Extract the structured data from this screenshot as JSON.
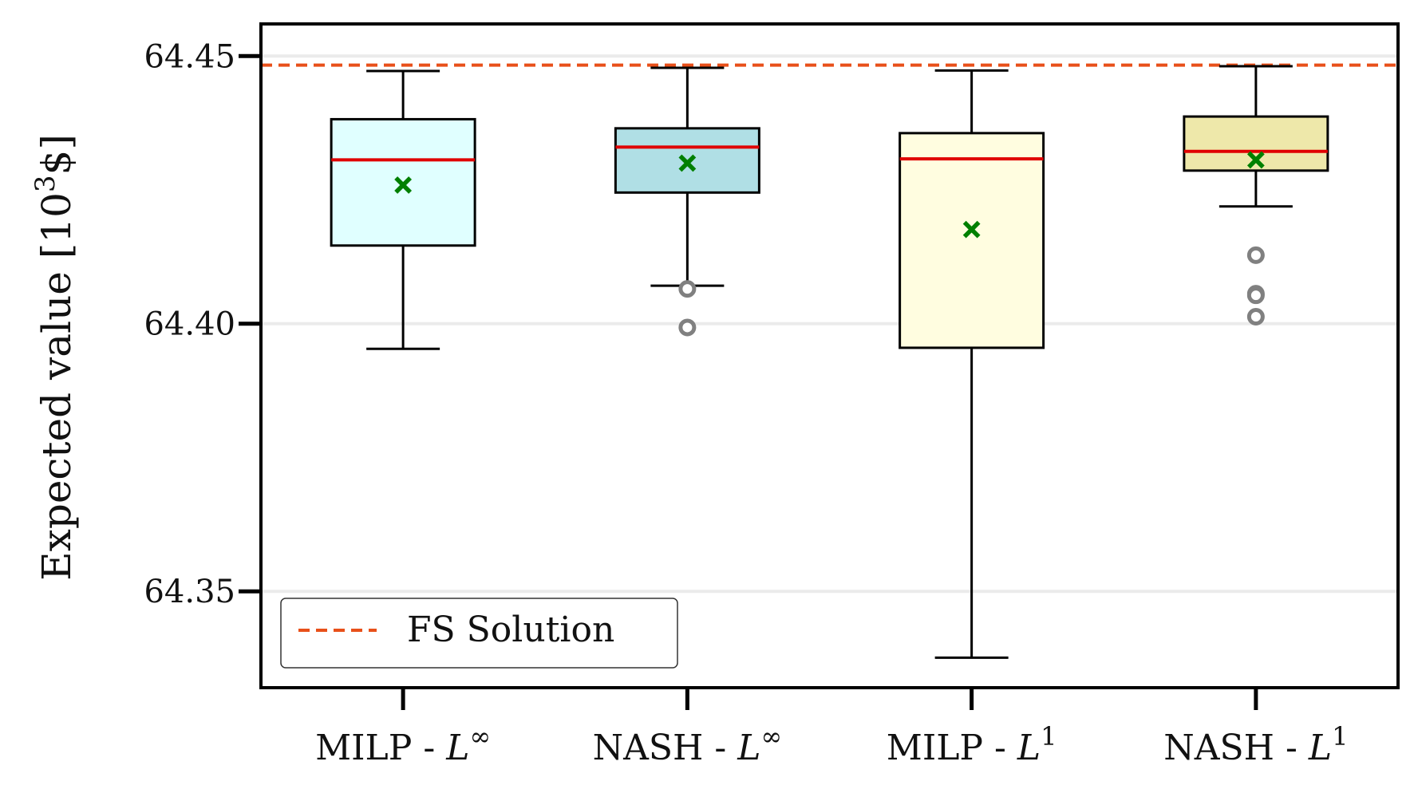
{
  "chart_data": {
    "type": "box",
    "categories": [
      "MILP - L∞",
      "NASH - L∞",
      "MILP - L1",
      "NASH - L1"
    ],
    "category_labels": [
      {
        "base": "MILP - ",
        "var": "L",
        "sup": "∞"
      },
      {
        "base": "NASH - ",
        "var": "L",
        "sup": "∞"
      },
      {
        "base": "MILP - ",
        "var": "L",
        "sup": "1"
      },
      {
        "base": "NASH - ",
        "var": "L",
        "sup": "1"
      }
    ],
    "boxes": [
      {
        "whisker_low": 64.3953,
        "q1": 64.4146,
        "median": 64.4306,
        "q3": 64.4382,
        "whisker_high": 64.4472,
        "mean": 64.4259,
        "outliers": [],
        "fill": "#e0ffff"
      },
      {
        "whisker_low": 64.4071,
        "q1": 64.4245,
        "median": 64.433,
        "q3": 64.4365,
        "whisker_high": 64.4478,
        "mean": 64.43,
        "outliers": [
          64.4065,
          64.3993
        ],
        "fill": "#b0dfe5"
      },
      {
        "whisker_low": 64.3376,
        "q1": 64.3955,
        "median": 64.4308,
        "q3": 64.4356,
        "whisker_high": 64.4473,
        "mean": 64.4176,
        "outliers": [],
        "fill": "#fffde0"
      },
      {
        "whisker_low": 64.4219,
        "q1": 64.4286,
        "median": 64.4322,
        "q3": 64.4387,
        "whisker_high": 64.4481,
        "mean": 64.4306,
        "outliers": [
          64.4128,
          64.4056,
          64.4053,
          64.4013
        ],
        "fill": "#eee8aa"
      }
    ],
    "reference_line": {
      "label": "FS Solution",
      "value": 64.4483,
      "color": "#e8501a",
      "style": "dashed"
    },
    "ylabel": {
      "text": "Expected value [10",
      "sup": "3",
      "unit": "$]"
    },
    "xlabel": "",
    "yticks": [
      "64.35",
      "64.40",
      "64.45"
    ],
    "ylim": [
      64.332,
      64.456
    ],
    "grid": "horizontal",
    "legend_position": "lower-left",
    "colors": {
      "median": "#e00000",
      "mean": "#008000",
      "outlier": "#808080",
      "box_edge": "#000000"
    }
  }
}
